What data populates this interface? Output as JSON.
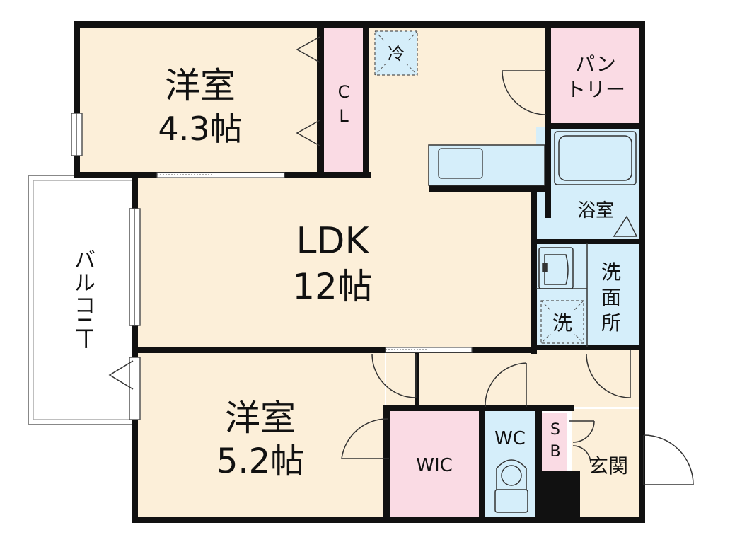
{
  "rooms": {
    "western_top": {
      "name": "洋室",
      "size": "4.3帖"
    },
    "closet": {
      "line1": "C",
      "line2": "L"
    },
    "fridge": "冷",
    "pantry": {
      "line1": "パン",
      "line2": "トリー"
    },
    "ldk": {
      "name": "LDK",
      "size": "12帖"
    },
    "bath": "浴室",
    "washroom": {
      "line1": "洗",
      "line2": "面",
      "line3": "所"
    },
    "washer": "洗",
    "balcony": {
      "line1": "バ",
      "line2": "ル",
      "line3": "コ",
      "line4": "ニ",
      "line5": "ー"
    },
    "western_bottom": {
      "name": "洋室",
      "size": "5.2帖"
    },
    "wic": "WIC",
    "wc": "WC",
    "sb": {
      "line1": "S",
      "line2": "B"
    },
    "entrance": "玄関"
  },
  "colors": {
    "floor": "#fcefd9",
    "closet": "#fadbe4",
    "wet": "#d5eefa",
    "wall": "#111111"
  }
}
